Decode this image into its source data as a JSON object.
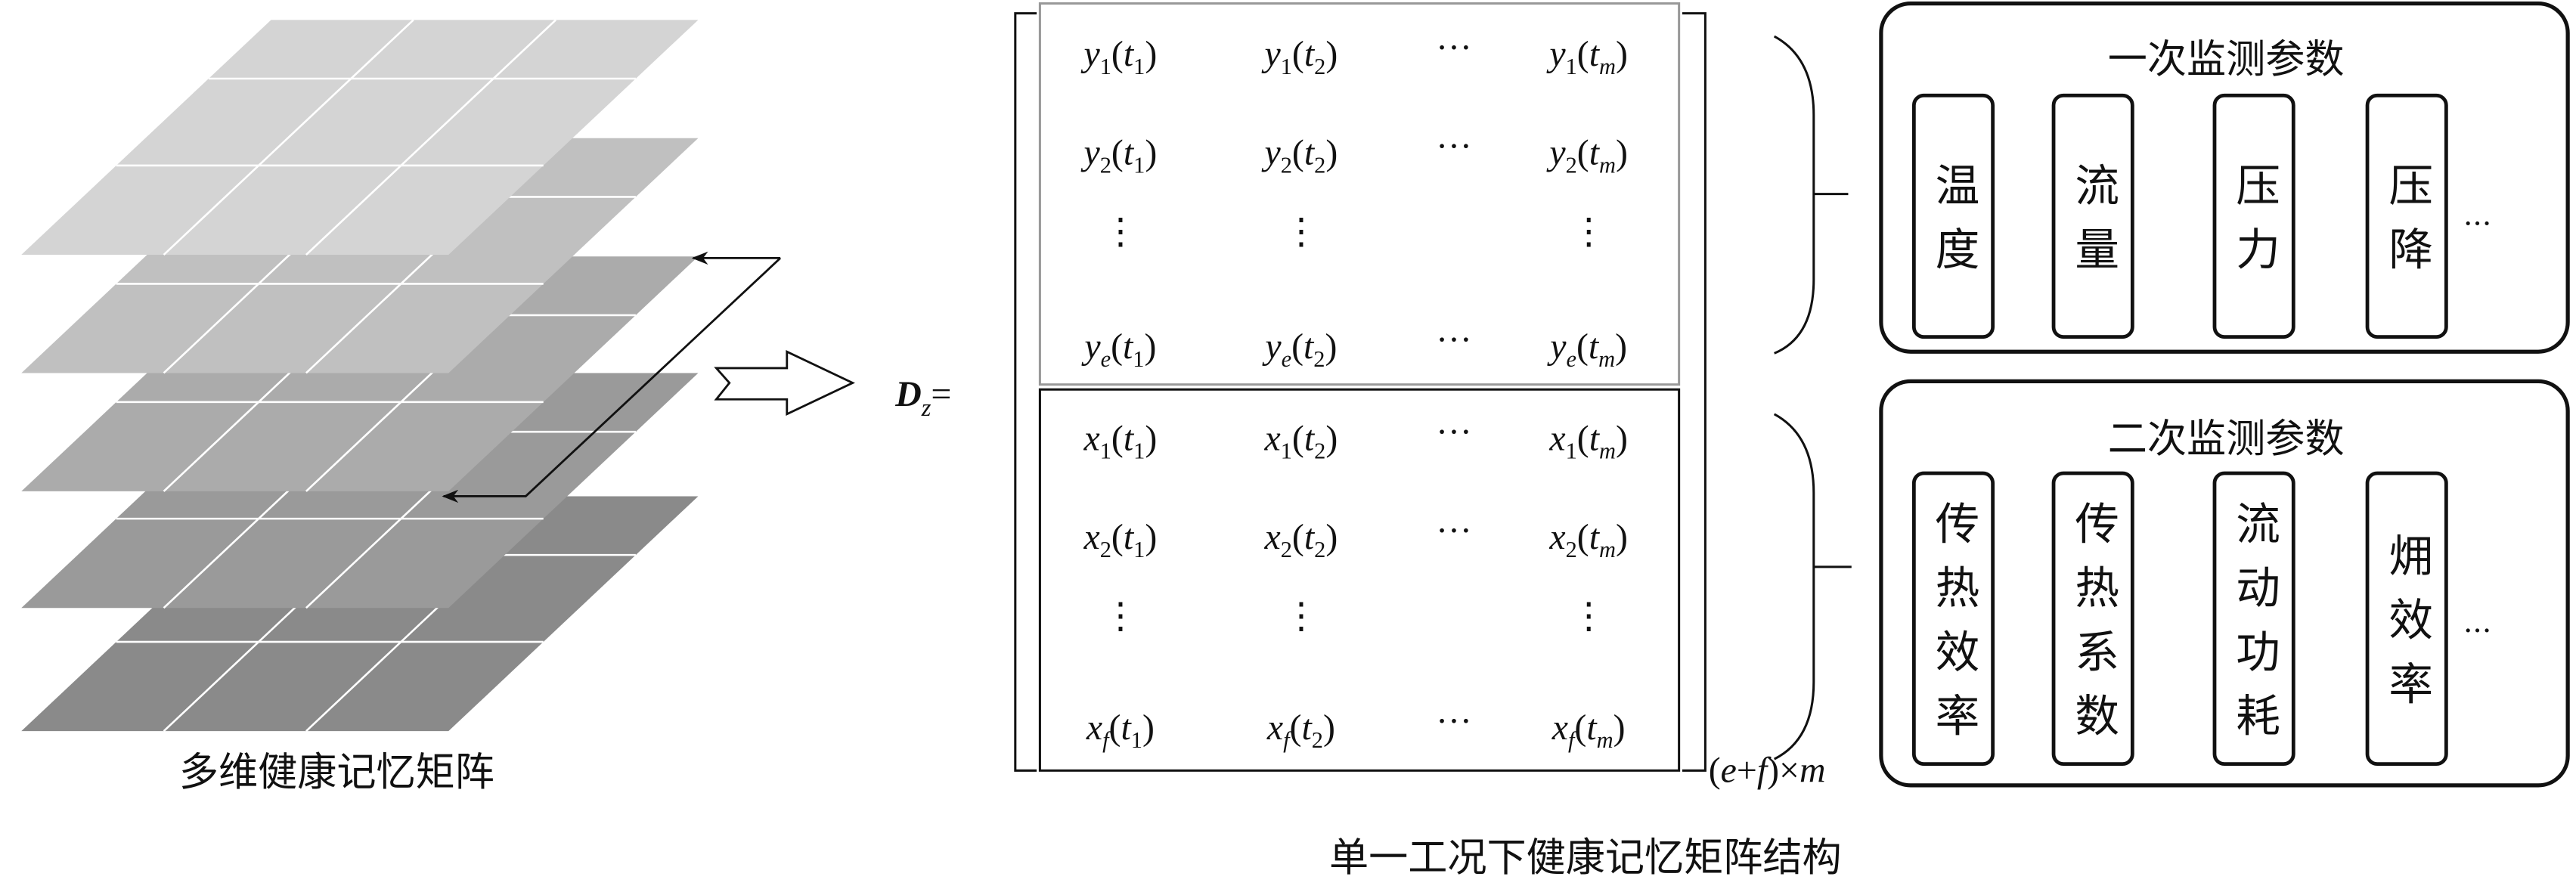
{
  "left_caption": "多维健康记忆矩阵",
  "bottom_caption": "单一工况下健康记忆矩阵结构",
  "matrix": {
    "name_var": "D",
    "name_sub": "z",
    "equals": "=",
    "size_label": {
      "open": "(",
      "e": "e",
      "plus": "+",
      "f": "f",
      "close": ")",
      "times": "×",
      "m": "m"
    },
    "upper_rows": [
      [
        {
          "v": "y",
          "s": "1",
          "a": "t",
          "as": "1"
        },
        {
          "v": "y",
          "s": "1",
          "a": "t",
          "as": "2"
        },
        {
          "dots": "···"
        },
        {
          "v": "y",
          "s": "1",
          "a": "t",
          "as": "m"
        }
      ],
      [
        {
          "v": "y",
          "s": "2",
          "a": "t",
          "as": "1"
        },
        {
          "v": "y",
          "s": "2",
          "a": "t",
          "as": "2"
        },
        {
          "dots": "···"
        },
        {
          "v": "y",
          "s": "2",
          "a": "t",
          "as": "m"
        }
      ],
      [
        {
          "vdots": "⋮"
        },
        {
          "vdots": "⋮"
        },
        {},
        {
          "vdots": "⋮"
        }
      ],
      [
        {
          "v": "y",
          "s": "e",
          "a": "t",
          "as": "1"
        },
        {
          "v": "y",
          "s": "e",
          "a": "t",
          "as": "2"
        },
        {
          "dots": "···"
        },
        {
          "v": "y",
          "s": "e",
          "a": "t",
          "as": "m"
        }
      ]
    ],
    "lower_rows": [
      [
        {
          "v": "x",
          "s": "1",
          "a": "t",
          "as": "1"
        },
        {
          "v": "x",
          "s": "1",
          "a": "t",
          "as": "2"
        },
        {
          "dots": "···"
        },
        {
          "v": "x",
          "s": "1",
          "a": "t",
          "as": "m"
        }
      ],
      [
        {
          "v": "x",
          "s": "2",
          "a": "t",
          "as": "1"
        },
        {
          "v": "x",
          "s": "2",
          "a": "t",
          "as": "2"
        },
        {
          "dots": "···"
        },
        {
          "v": "x",
          "s": "2",
          "a": "t",
          "as": "m"
        }
      ],
      [
        {
          "vdots": "⋮"
        },
        {
          "vdots": "⋮"
        },
        {},
        {
          "vdots": "⋮"
        }
      ],
      [
        {
          "v": "x",
          "s": "f",
          "a": "t",
          "as": "1"
        },
        {
          "v": "x",
          "s": "f",
          "a": "t",
          "as": "2"
        },
        {
          "dots": "···"
        },
        {
          "v": "x",
          "s": "f",
          "a": "t",
          "as": "m"
        }
      ]
    ]
  },
  "primary_params": {
    "title": "一次监测参数",
    "items": [
      "温度",
      "流量",
      "压力",
      "压降"
    ],
    "more": "···"
  },
  "secondary_params": {
    "title": "二次监测参数",
    "items": [
      "传热效率",
      "传热系数",
      "流动功耗",
      "㶲效率"
    ],
    "more": "···"
  },
  "colors": {
    "layers": [
      "#d4d4d4",
      "#c0c0c0",
      "#ababab",
      "#9a9a9a",
      "#8a8a8a"
    ],
    "upper_box": "#999999",
    "stroke": "#111111"
  }
}
